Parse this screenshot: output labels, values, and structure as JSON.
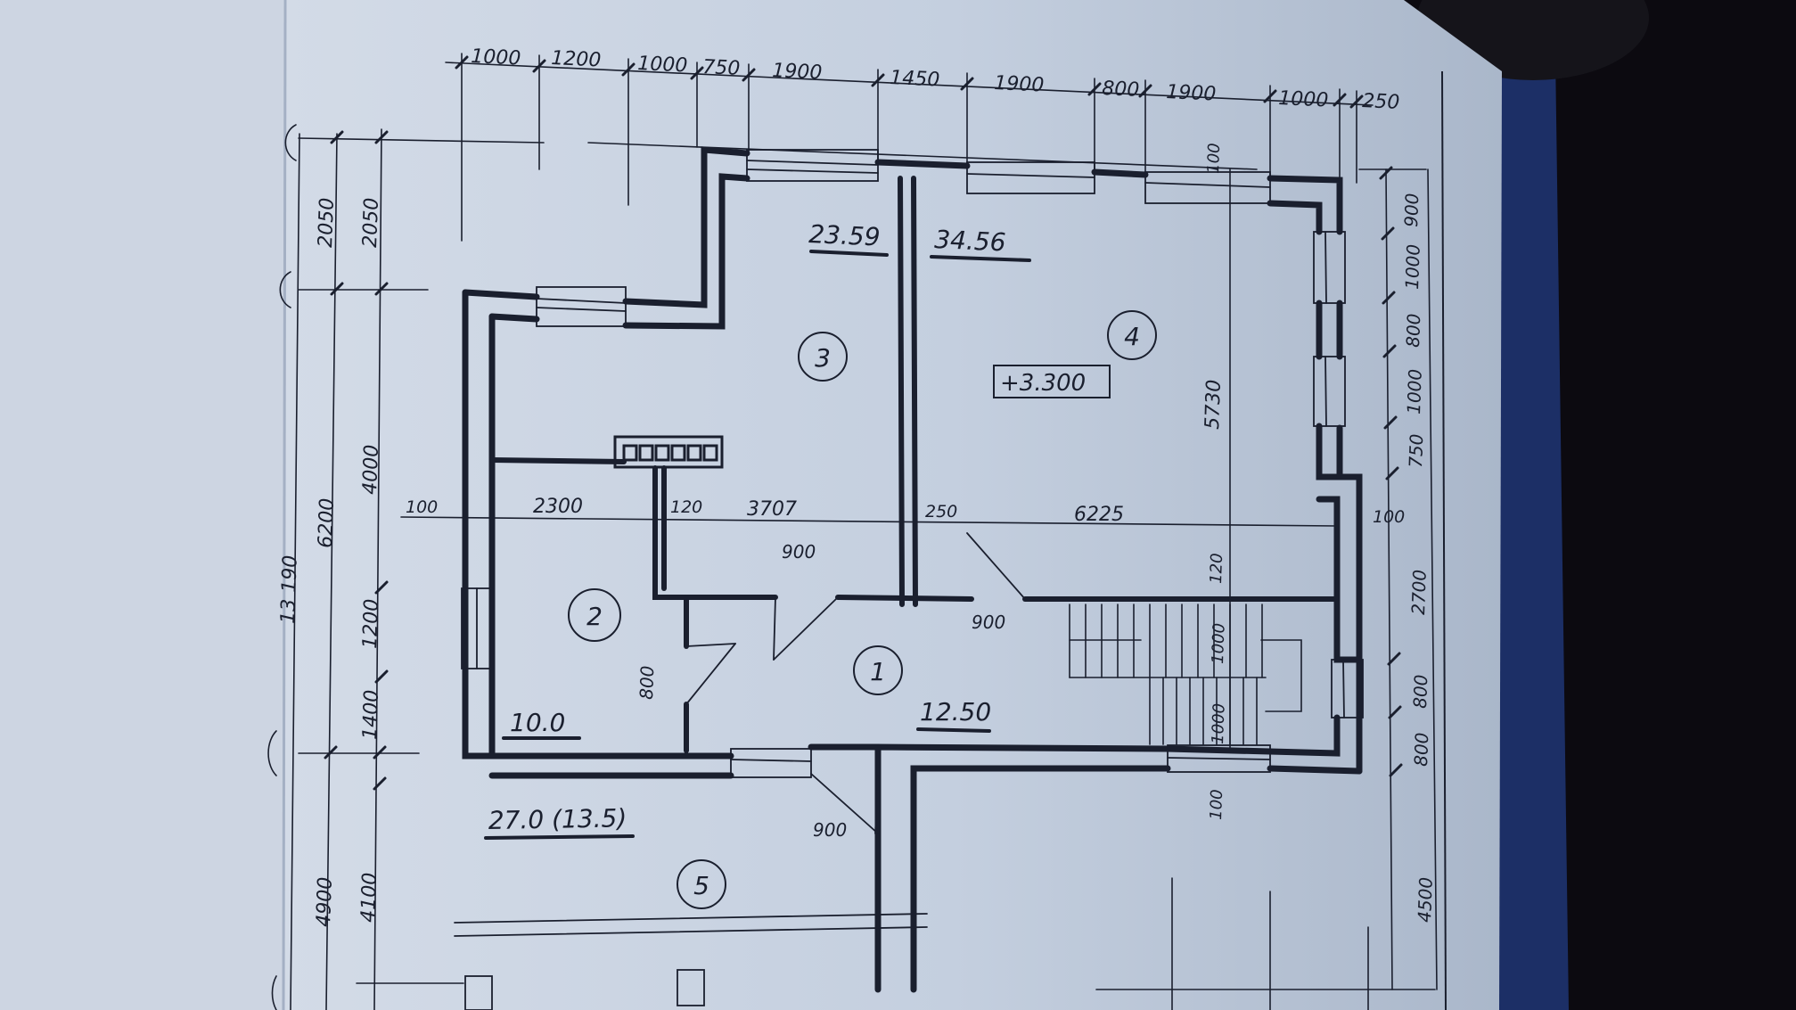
{
  "colors": {
    "background": "#0c0a10",
    "paper": "#c9d3e2",
    "paper_shadow": "#aebbcd",
    "desk_strip": "#1c2f66",
    "ink": "#1a1f2e"
  },
  "top_dimensions": [
    "1000",
    "1200",
    "1000",
    "750",
    "1900",
    "1450",
    "1900",
    "800",
    "1900",
    "1000",
    "250"
  ],
  "left_dimensions": {
    "outer": [
      "13 190",
      "6200",
      "4900"
    ],
    "inner": [
      "2050",
      "2050",
      "4000",
      "1200",
      "1400",
      "4100"
    ]
  },
  "right_dimensions": [
    "900",
    "1000",
    "800",
    "1000",
    "750",
    "2700",
    "800",
    "800",
    "4500"
  ],
  "interior_dimensions": [
    "100",
    "2300",
    "120",
    "3707",
    "250",
    "6225",
    "100",
    "900",
    "900",
    "800",
    "900",
    "5730",
    "100",
    "120",
    "1000",
    "1000",
    "100"
  ],
  "room_numbers": [
    "1",
    "2",
    "3",
    "4",
    "5"
  ],
  "areas": {
    "room1": "12.50",
    "room2": "10.0",
    "room3": "23.59",
    "room4": "34.56",
    "room5": "27.0 (13.5)"
  },
  "level_mark": "+3.300"
}
